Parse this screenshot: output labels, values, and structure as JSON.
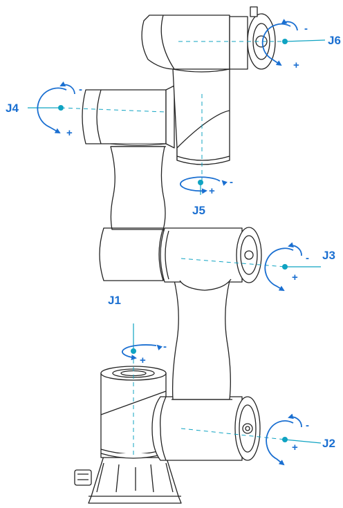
{
  "accent_color": "#1a6fd1",
  "line_color": "#0fa3c2",
  "outline_color": "#222222",
  "joints": [
    {
      "id": "j6",
      "label": "J6",
      "minus": "-",
      "plus": "+"
    },
    {
      "id": "j4",
      "label": "J4",
      "minus": "-",
      "plus": "+"
    },
    {
      "id": "j5",
      "label": "J5",
      "minus": "-",
      "plus": "+"
    },
    {
      "id": "j3",
      "label": "J3",
      "minus": "-",
      "plus": "+"
    },
    {
      "id": "j1",
      "label": "J1",
      "minus": "-",
      "plus": "+"
    },
    {
      "id": "j2",
      "label": "J2",
      "minus": "-",
      "plus": "+"
    }
  ]
}
